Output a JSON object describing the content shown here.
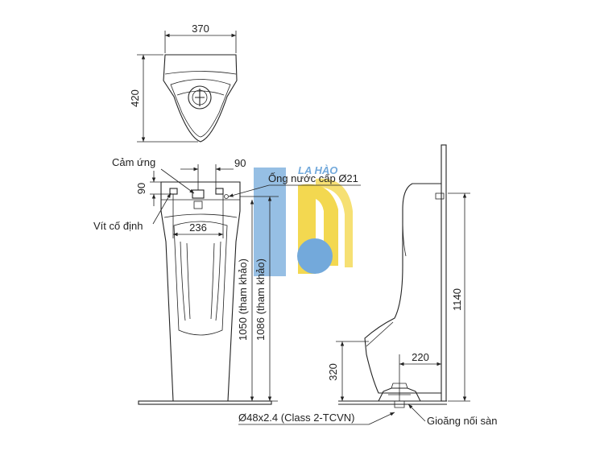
{
  "top_view": {
    "width_dim": "370",
    "depth_dim": "420"
  },
  "front_view": {
    "sensor_label": "Cảm ứng",
    "sensor_offset_dim": "90",
    "sensor_vertical_dim": "90",
    "screw_label": "Vít cố định",
    "screw_span_dim": "236",
    "water_inlet_label": "Ống nước cấp Ø21",
    "height_ref_1": "1050 (tham khảo)",
    "height_ref_2": "1086 (tham khảo)",
    "drain_pipe_label": "Ø48x2.4 (Class 2-TCVN)"
  },
  "side_view": {
    "height_dim": "1140",
    "base_height_dim": "320",
    "drain_offset_dim": "220",
    "floor_gasket_label": "Gioăng nối sàn"
  },
  "watermark": {
    "text": "LA HÀO",
    "colors": [
      "#5b9bd5",
      "#f2d232"
    ]
  }
}
